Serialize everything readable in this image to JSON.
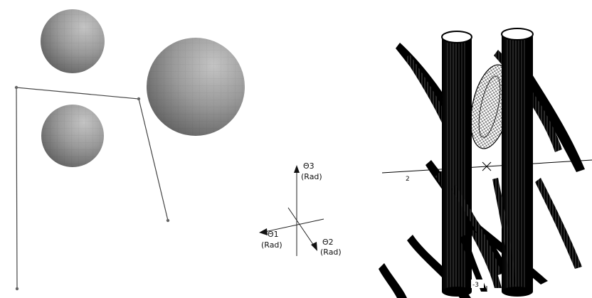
{
  "workspace": {
    "obstacle_count": 3,
    "arm_joint_count": 4
  },
  "axes": {
    "theta3": {
      "symbol": "Θ3",
      "unit": "(Rad)"
    },
    "theta1": {
      "symbol": "Θ1",
      "unit": "(Rad)"
    },
    "theta2": {
      "symbol": "Θ2",
      "unit": "(Rad)"
    }
  },
  "cspace": {
    "tick_left": "2",
    "tick_bottom": "-3"
  },
  "colors": {
    "sphere_light": "#b9b9b9",
    "sphere_dark": "#5a5a5a",
    "arm_line": "#444444",
    "obstacle_render": "#000000"
  }
}
